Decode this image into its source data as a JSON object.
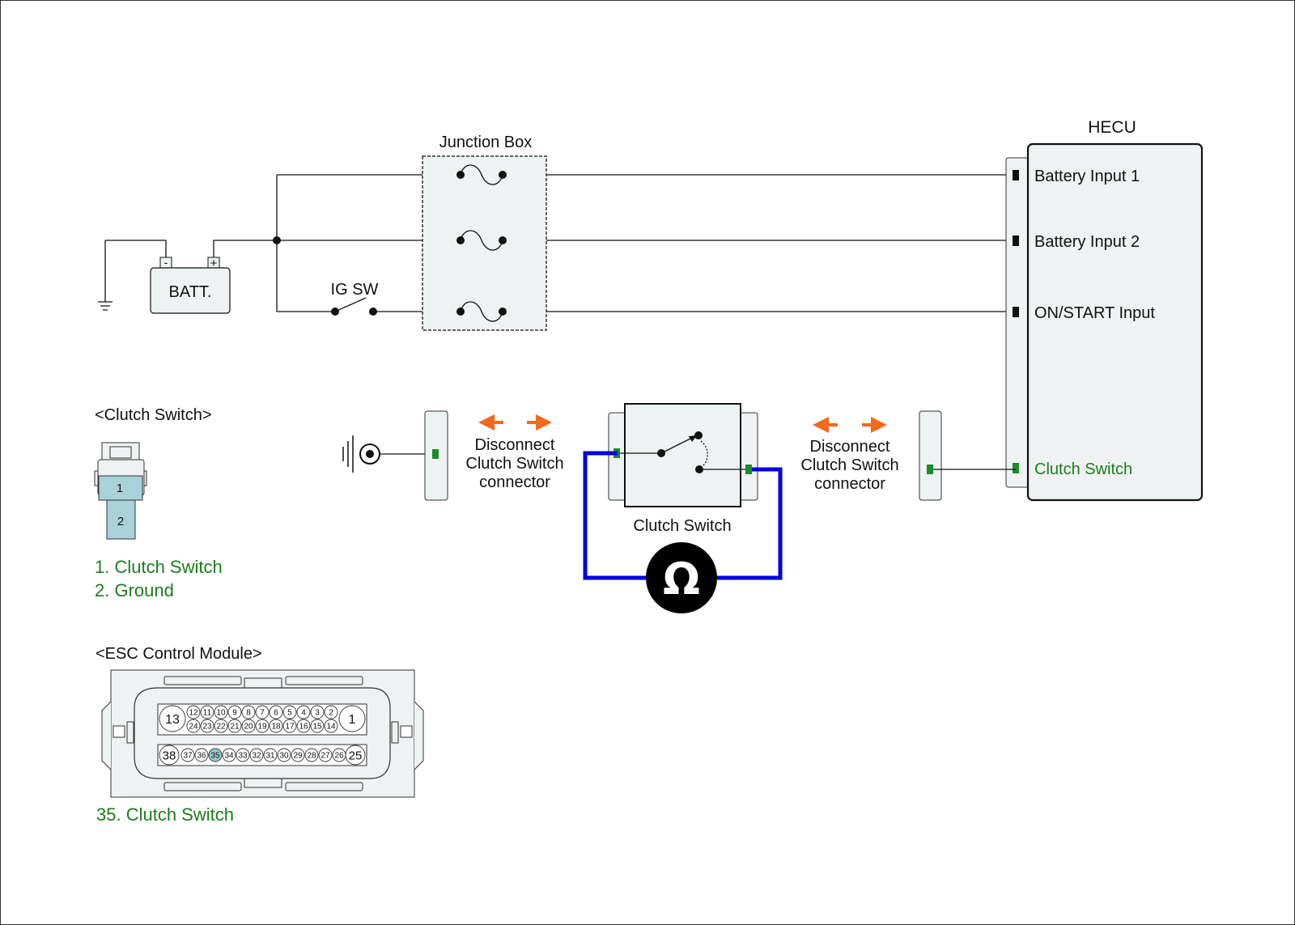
{
  "junction_box": {
    "title": "Junction Box"
  },
  "battery": {
    "label": "BATT.",
    "neg_symbol": "-",
    "pos_symbol": "+"
  },
  "ig_switch": {
    "label": "IG SW"
  },
  "hecu": {
    "title": "HECU",
    "pins": [
      "Battery Input 1",
      "Battery Input 2",
      "ON/START Input",
      "Clutch Switch"
    ]
  },
  "disconnect_labels": [
    [
      "Disconnect",
      "Clutch Switch",
      "connector"
    ],
    [
      "Disconnect",
      "Clutch Switch",
      "connector"
    ]
  ],
  "clutch_switch_device": {
    "label": "Clutch Switch"
  },
  "ohmmeter": {
    "symbol": "Ω"
  },
  "clutch_connector": {
    "title": "<Clutch Switch>",
    "pins": [
      "1",
      "2"
    ],
    "legend": [
      "1. Clutch Switch",
      "2. Ground"
    ]
  },
  "esc_module": {
    "title": "<ESC Control Module>",
    "row1_big": [
      "13",
      "1"
    ],
    "row1_small": [
      "12",
      "11",
      "10",
      "9",
      "8",
      "7",
      "6",
      "5",
      "4",
      "3",
      "2"
    ],
    "row2_small": [
      "24",
      "23",
      "22",
      "21",
      "20",
      "19",
      "18",
      "17",
      "16",
      "15",
      "14"
    ],
    "row3_big": [
      "38",
      "25"
    ],
    "row3_small": [
      "37",
      "36",
      "35",
      "34",
      "33",
      "32",
      "31",
      "30",
      "29",
      "28",
      "27",
      "26"
    ],
    "highlight_pin": "35",
    "legend": "35. Clutch Switch"
  },
  "colors": {
    "wire": "#111111",
    "meter_lead": "#0000e0",
    "arrow": "#f26a1b",
    "highlight_text": "#1b7d1b",
    "pin_terminal": "#1b8c2a",
    "panel_fill": "#eef2f2",
    "pin_highlight": "#9cc8d0"
  },
  "icons": [
    "ground-icon",
    "fuse-icon",
    "switch-icon",
    "ohmmeter-icon",
    "double-arrow-icon"
  ]
}
